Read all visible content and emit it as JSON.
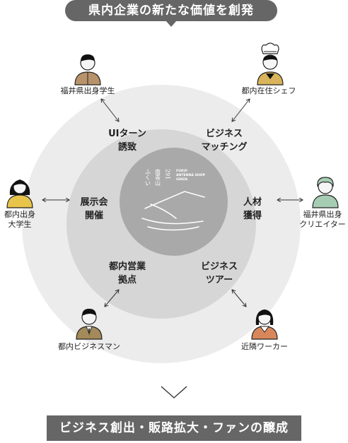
{
  "header": {
    "title": "県内企業の新たな価値を創発"
  },
  "center_logo": {
    "vertical_columns": [
      "ふくい",
      "南青山",
      "291"
    ],
    "english_lines": [
      "FUKUI",
      "ANTENNA SHOP",
      "GINZA"
    ]
  },
  "inner_labels": {
    "ui_turn": "UIターン\n誘致",
    "business_matching": "ビジネス\nマッチング",
    "exhibition": "展示会\n開催",
    "talent": "人材\n獲得",
    "sales_base": "都内営業\n拠点",
    "business_tour": "ビジネス\nツアー"
  },
  "people": {
    "fukui_student": "福井県出身学生",
    "tokyo_chef": "都内在住シェフ",
    "tokyo_student": "都内出身\n大学生",
    "fukui_creator": "福井県出身\nクリエイター",
    "tokyo_businessman": "都内ビジネスマン",
    "nearby_worker": "近隣ワーカー"
  },
  "footer": {
    "title": "ビジネス創出・販路拡大・ファンの醸成"
  },
  "colors": {
    "banner": "#666666",
    "outer_ring": "#ececec",
    "middle_ring": "#d6d6d6",
    "inner_circle": "#a9a9a9",
    "skin": "#f5f5f5",
    "hair": "#111111",
    "shirt_brown": "#b8926a",
    "shirt_yellow": "#d9b45a",
    "shirt_mint": "#a6cdb3",
    "shirt_orange": "#d9875a",
    "suit_olive": "#a38a5a"
  },
  "icons": [
    "down-chevron-icon",
    "double-arrow-icon",
    "person-icon"
  ]
}
